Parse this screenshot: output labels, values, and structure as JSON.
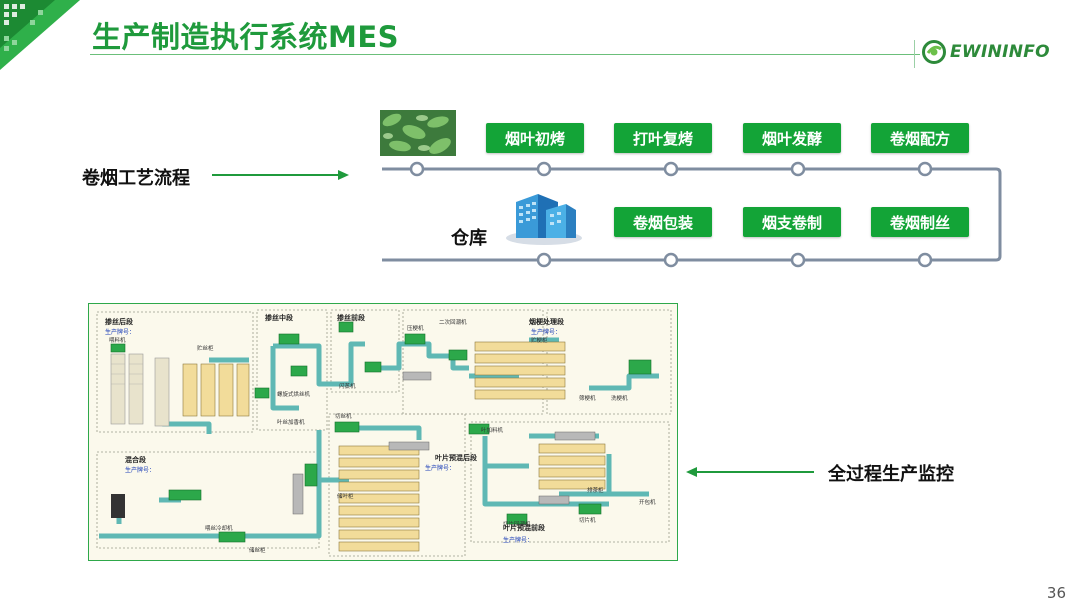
{
  "slide": {
    "title": "生产制造执行系统MES",
    "page_number": "36"
  },
  "logo": {
    "text": "EWININFO",
    "icon": "ewininfo-swirl-icon"
  },
  "labels": {
    "flow": "卷烟工艺流程",
    "warehouse": "仓库",
    "monitor": "全过程生产监控"
  },
  "process_steps_top": [
    "烟叶初烤",
    "打叶复烤",
    "烟叶发酵",
    "卷烟配方"
  ],
  "process_steps_bottom": [
    "卷烟包装",
    "烟支卷制",
    "卷烟制丝"
  ],
  "colors": {
    "brand_green": "#1f9a3c",
    "button_green": "#13a437",
    "line_gray": "#7f8da0",
    "pipe_teal": "#5fb8b4"
  },
  "diagram": {
    "zones": {
      "zone1": "掺丝后段",
      "zone2": "掺丝中段",
      "zone3": "掺丝前段",
      "zone4": "烟梗处理段",
      "zone5": "混合段",
      "zone6": "叶片预混后段",
      "zone7": "叶片预混前段"
    },
    "batch_label": "生产牌号：",
    "machines": {
      "m1": "喂料机",
      "m2": "贮丝柜",
      "m3": "螺旋式烘丝机",
      "m4": "闪蒸机",
      "m5": "切丝机",
      "m6": "压梗机",
      "m7": "二次回潮机",
      "m8": "贮梗柜",
      "m9": "筛梗机",
      "m10": "洗梗机",
      "m11": "叶丝加香机",
      "m12": "喂丝冷却机",
      "m13": "储丝柜",
      "m14": "储叶柜",
      "m15": "叶加料机",
      "m16": "切片回潮机",
      "m17": "排茶柜",
      "m18": "开包机",
      "m19": "切片机"
    }
  },
  "arrows": {
    "flow_arrow": "arrow-right-icon",
    "monitor_arrow": "arrow-left-icon"
  }
}
